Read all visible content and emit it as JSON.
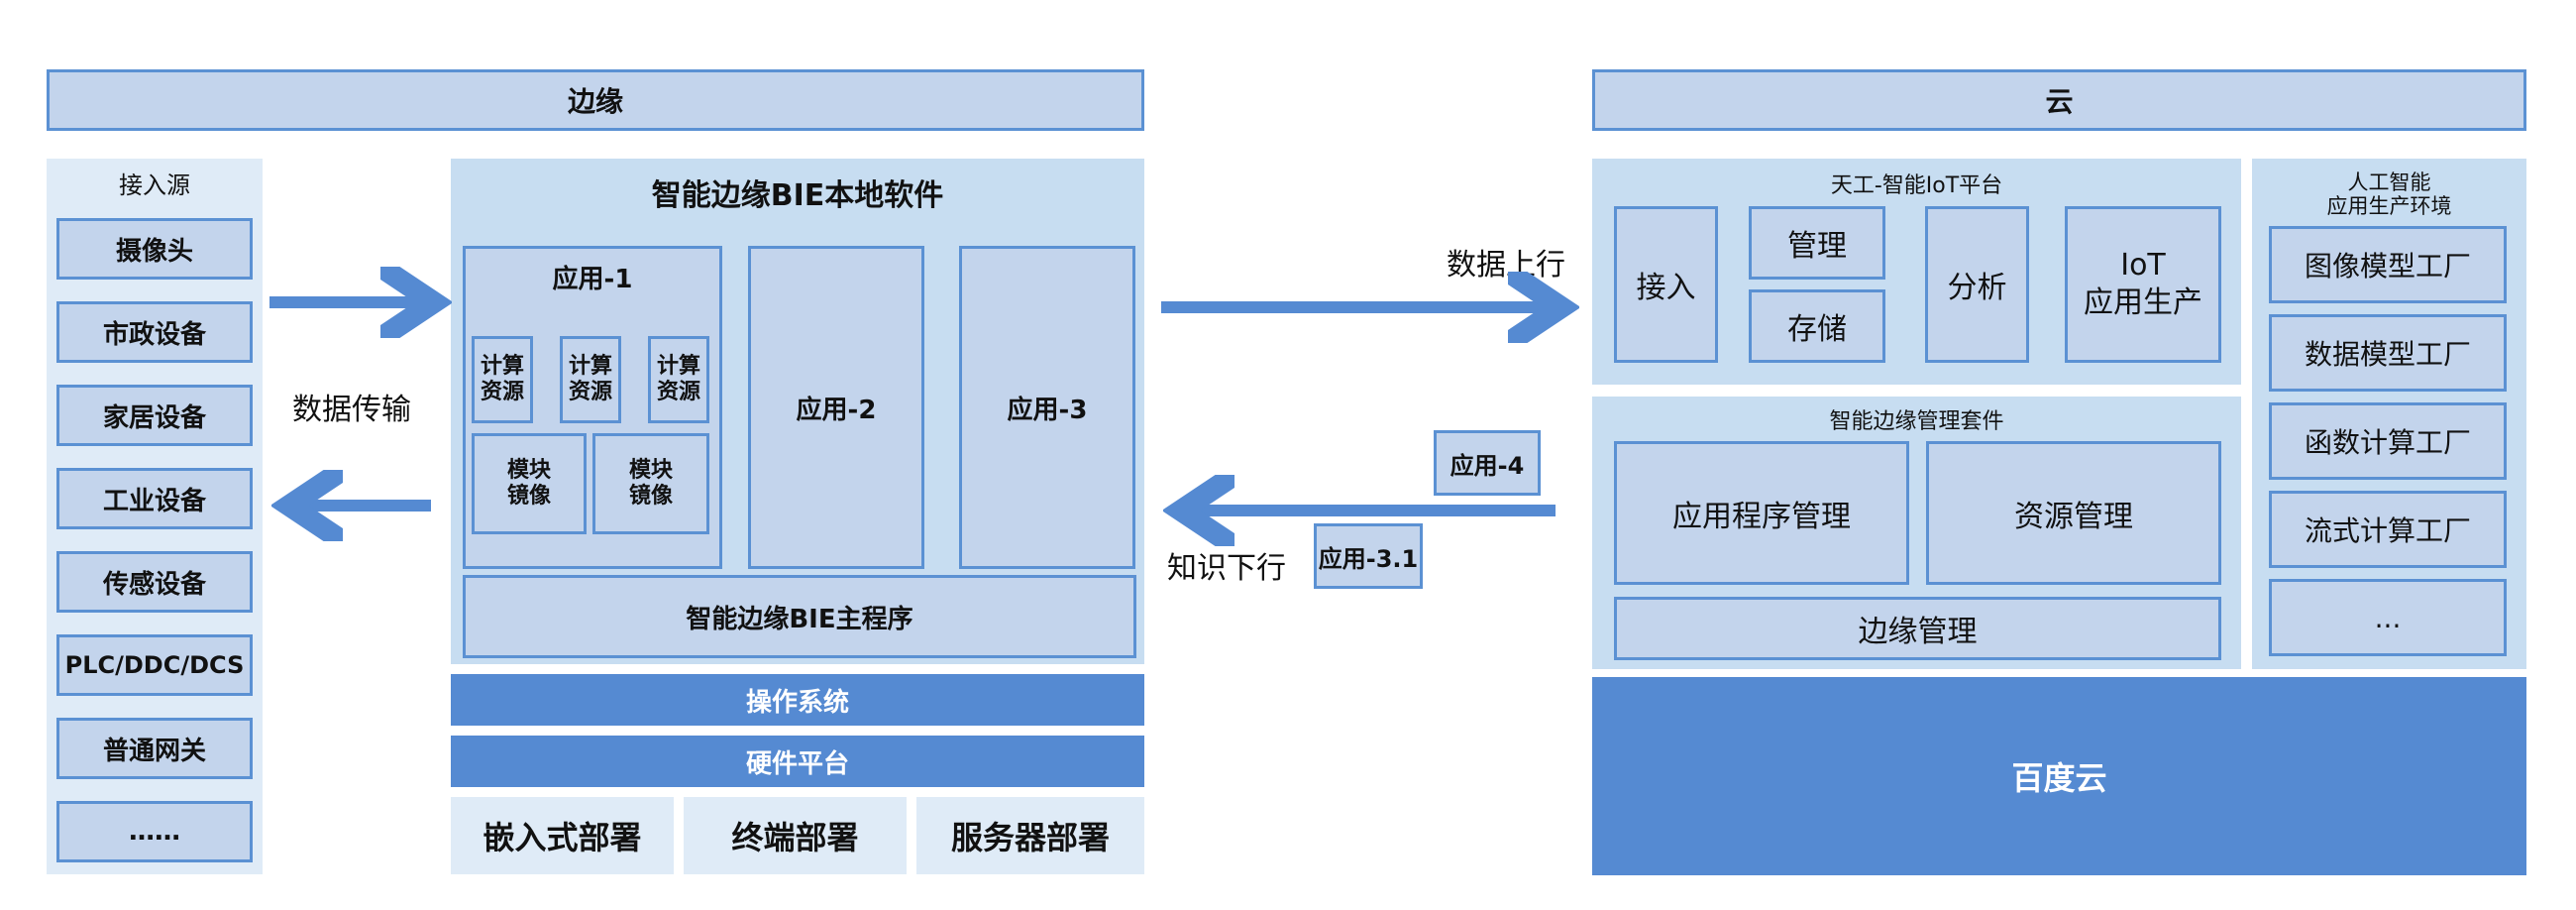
{
  "edge": {
    "header": "边缘",
    "sources": {
      "title": "接入源",
      "items": [
        "摄像头",
        "市政设备",
        "家居设备",
        "工业设备",
        "传感设备",
        "PLC/DDC/DCS",
        "普通网关",
        "……"
      ]
    },
    "transfer_label": "数据传输",
    "bie": {
      "title": "智能边缘BIE本地软件",
      "app1": {
        "title": "应用-1",
        "resources": [
          "计算\n资源",
          "计算\n资源",
          "计算\n资源"
        ],
        "mirrors": [
          "模块\n镜像",
          "模块\n镜像"
        ]
      },
      "app2": "应用-2",
      "app3": "应用-3",
      "main_program": "智能边缘BIE主程序"
    },
    "os": "操作系统",
    "hardware": "硬件平台",
    "deployments": [
      "嵌入式部署",
      "终端部署",
      "服务器部署"
    ]
  },
  "middle": {
    "uplink": "数据上行",
    "downlink": "知识下行",
    "app4": "应用-4",
    "app31": "应用-3.1"
  },
  "cloud": {
    "header": "云",
    "iot": {
      "title": "天工-智能IoT平台",
      "access": "接入",
      "manage": "管理",
      "storage": "存储",
      "analysis": "分析",
      "iot_app": "IoT\n应用生产"
    },
    "suite": {
      "title": "智能边缘管理套件",
      "app_mgmt": "应用程序管理",
      "res_mgmt": "资源管理",
      "edge_mgmt": "边缘管理"
    },
    "ai": {
      "title": "人工智能\n应用生产环境",
      "items": [
        "图像模型工厂",
        "数据模型工厂",
        "函数计算工厂",
        "流式计算工厂",
        "..."
      ]
    },
    "baidu": "百度云"
  },
  "colors": {
    "arrow": "#558ad2",
    "box_fill": "#c3d4ec",
    "box_border": "#5b91d3",
    "panel_fill": "#dfebf7",
    "solid_fill": "#558ad2"
  }
}
